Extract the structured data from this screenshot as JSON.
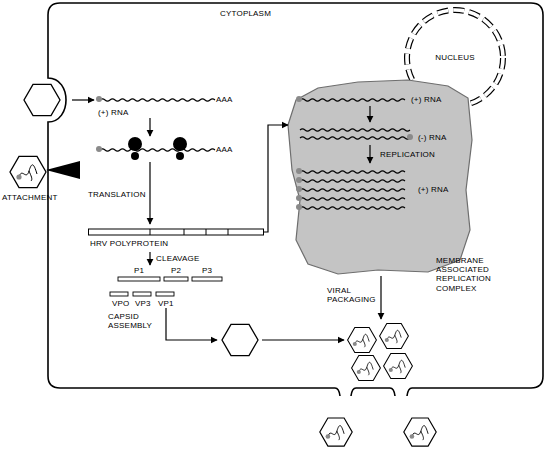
{
  "diagram": {
    "nodes": [
      {
        "text": [
          "CYTOPLASM"
        ]
      },
      {
        "text": [
          "NUCLEUS"
        ],
        "in": 0
      },
      {
        "text": [
          "(+) RNA",
          "(-) RNA",
          "REPLICATION",
          "(+) RNA",
          "MEMBRANE ASSOCIATED REPLICATION COMPLEX"
        ],
        "in": 0
      },
      {
        "text": [
          "HRV POLYPROTEIN"
        ],
        "in": 0
      }
    ],
    "edges": [
      {
        "from": 3,
        "to": 2,
        "arrow": "to"
      }
    ],
    "labels": [
      "ATTACHMENT",
      "(+) RNA",
      "AAA",
      "AAA",
      "TRANSLATION",
      "CLEAVAGE",
      "P1",
      "P2",
      "P3",
      "VPO",
      "VP3",
      "VP1",
      "CAPSID ASSEMBLY",
      "VIRAL PACKAGING"
    ]
  }
}
